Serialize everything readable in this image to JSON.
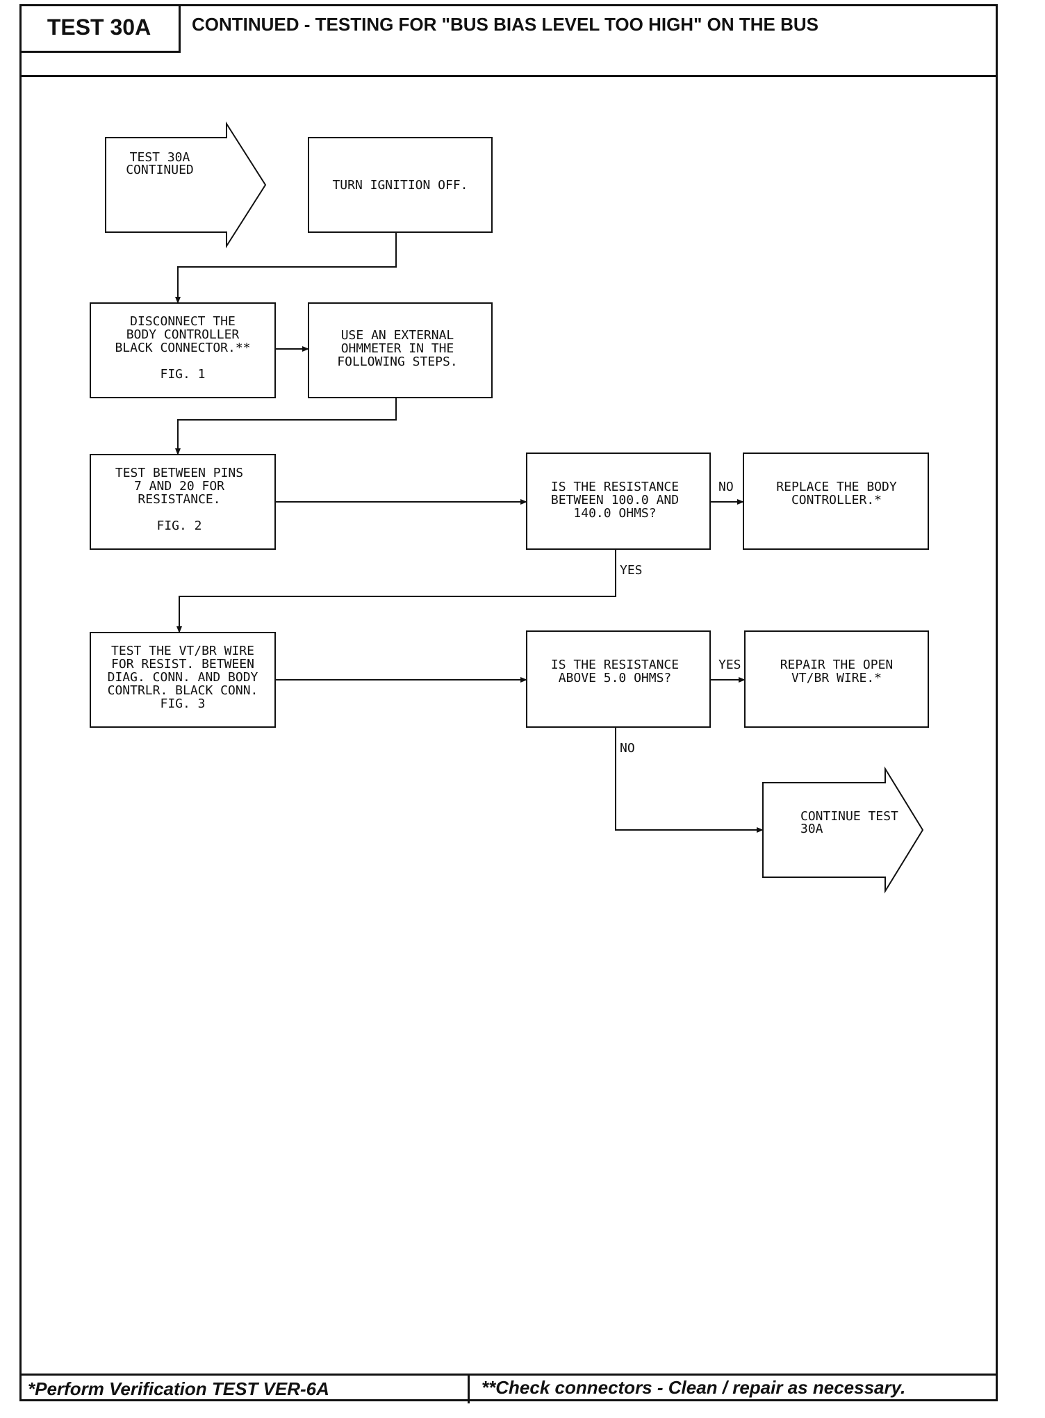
{
  "header": {
    "test_id": "TEST 30A",
    "title": "CONTINUED - TESTING FOR \"BUS BIAS LEVEL TOO HIGH\" ON THE BUS"
  },
  "flowchart": {
    "start": [
      "TEST 30A",
      "CONTINUED"
    ],
    "step1": [
      "TURN IGNITION OFF."
    ],
    "step2": [
      "DISCONNECT THE",
      "BODY CONTROLLER",
      "BLACK CONNECTOR.**",
      "",
      "FIG. 1"
    ],
    "step3": [
      "USE AN EXTERNAL",
      "OHMMETER IN THE",
      "FOLLOWING STEPS."
    ],
    "step4": [
      "TEST BETWEEN PINS",
      "7 AND 20 FOR",
      "RESISTANCE.",
      "",
      "FIG. 2"
    ],
    "decision1": [
      "IS THE RESISTANCE",
      "BETWEEN 100.0 AND",
      "140.0 OHMS?"
    ],
    "result1": [
      "REPLACE THE BODY",
      "CONTROLLER.*"
    ],
    "step5": [
      "TEST THE VT/BR WIRE",
      "FOR RESIST. BETWEEN",
      "DIAG. CONN. AND BODY",
      "CONTRLR. BLACK CONN.",
      "FIG. 3"
    ],
    "decision2": [
      "IS THE RESISTANCE",
      "ABOVE 5.0 OHMS?"
    ],
    "result2": [
      "REPAIR THE OPEN",
      "VT/BR WIRE.*"
    ],
    "end": [
      "CONTINUE TEST",
      "30A"
    ],
    "labels": {
      "no1": "NO",
      "yes1": "YES",
      "yes2": "YES",
      "no2": "NO"
    }
  },
  "footer": {
    "left": "*Perform Verification TEST VER-6A",
    "right": "**Check connectors - Clean / repair as necessary."
  }
}
